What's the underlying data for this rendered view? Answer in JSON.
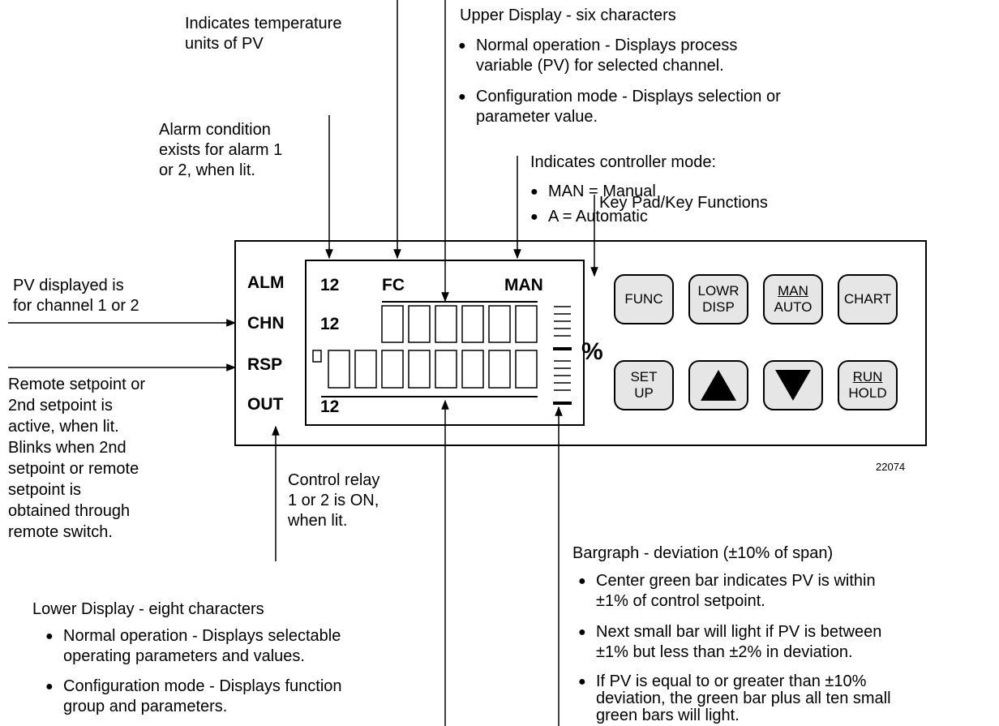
{
  "callouts": {
    "temp_units": [
      "Indicates temperature",
      "units of PV"
    ],
    "upper_display": {
      "title": "Upper Display - six characters",
      "bullets": [
        [
          "Normal operation - Displays process",
          "variable (PV) for selected channel."
        ],
        [
          "Configuration mode - Displays selection or",
          "parameter value."
        ]
      ]
    },
    "alarm": [
      "Alarm condition",
      "exists for alarm 1",
      "or 2, when lit."
    ],
    "controller_mode": {
      "title": "Indicates controller mode:",
      "bullets": [
        "MAN = Manual",
        "A = Automatic"
      ]
    },
    "keypad": "Key Pad/Key Functions",
    "channel": [
      "PV displayed is",
      "for channel 1 or 2"
    ],
    "remote_setpoint": [
      "Remote setpoint or",
      "2nd setpoint is",
      "active, when lit.",
      "Blinks when 2nd",
      "setpoint or remote",
      "setpoint is",
      "obtained through",
      "remote switch."
    ],
    "control_relay": [
      "Control relay",
      "1 or 2  is ON,",
      "when lit."
    ],
    "lower_display": {
      "title": "Lower Display - eight characters",
      "bullets": [
        [
          "Normal operation - Displays selectable",
          "operating parameters and values."
        ],
        [
          "Configuration mode - Displays function",
          "group and parameters."
        ]
      ]
    },
    "bargraph": {
      "title": "Bargraph - deviation (±10%  of span)",
      "bullets": [
        [
          "Center green bar indicates PV is within",
          "±1% of control setpoint."
        ],
        [
          "Next small bar will light if PV is between",
          "±1% but less than ±2% in deviation."
        ],
        [
          "If PV is equal to or greater than ±10%",
          "deviation, the green bar plus all ten small",
          "green bars will light."
        ]
      ]
    }
  },
  "panel": {
    "labels": {
      "alm": "ALM",
      "chn": "CHN",
      "rsp": "RSP",
      "out": "OUT"
    },
    "alm_value": "12",
    "units": "FC",
    "chn_value": "12",
    "out_value": "12",
    "mode": "MAN",
    "percent": "%"
  },
  "keys": {
    "func": "FUNC",
    "lowr_disp": [
      "LOWR",
      "DISP"
    ],
    "man_auto": [
      "MAN",
      "AUTO"
    ],
    "chart": "CHART",
    "set_up": [
      "SET",
      "UP"
    ],
    "run_hold": [
      "RUN",
      "HOLD"
    ]
  },
  "icons": {
    "up": "up-arrow-icon",
    "down": "down-arrow-icon"
  },
  "figure_number": "22074"
}
